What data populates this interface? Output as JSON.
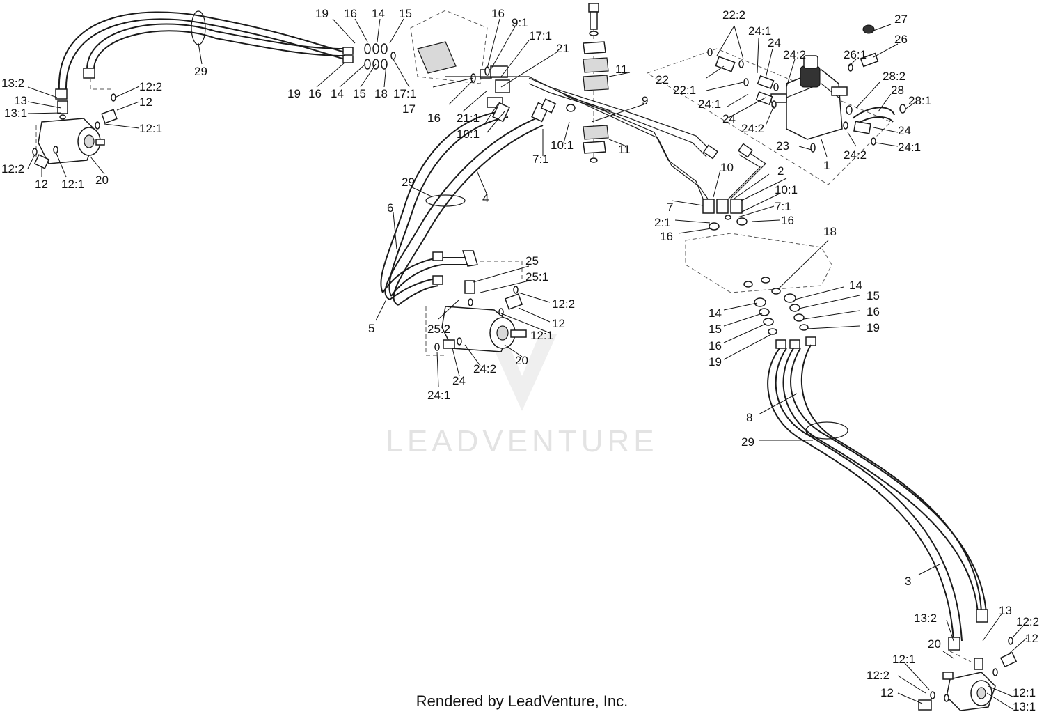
{
  "watermark": {
    "text": "LEADVENTURE"
  },
  "footer": {
    "credit": "Rendered by LeadVenture, Inc."
  },
  "callouts": [
    "19",
    "16",
    "14",
    "15",
    "16",
    "9:1",
    "17:1",
    "21",
    "19",
    "16",
    "14",
    "15",
    "18",
    "17:1",
    "17",
    "16",
    "21:1",
    "10:1",
    "29",
    "13:2",
    "13",
    "13:1",
    "12:2",
    "12",
    "12:1",
    "12:2",
    "12",
    "12:1",
    "20",
    "22:2",
    "24:1",
    "24",
    "24:2",
    "22",
    "22:1",
    "24:1",
    "24",
    "24:2",
    "26:1",
    "27",
    "26",
    "28:2",
    "28",
    "28:1",
    "24",
    "24:2",
    "24:1",
    "23",
    "1",
    "11",
    "11",
    "9",
    "10:1",
    "7:1",
    "10",
    "2",
    "10:1",
    "7:1",
    "7",
    "2:1",
    "16",
    "16",
    "29",
    "4",
    "6",
    "5",
    "25",
    "25:1",
    "12:2",
    "12",
    "12:1",
    "25:2",
    "24",
    "24:1",
    "24:2",
    "20",
    "18",
    "14",
    "15",
    "16",
    "19",
    "14",
    "15",
    "16",
    "19",
    "8",
    "29",
    "3",
    "13:2",
    "13",
    "12:2",
    "12",
    "20",
    "12:1",
    "12:2",
    "12",
    "12:1",
    "13:1"
  ]
}
